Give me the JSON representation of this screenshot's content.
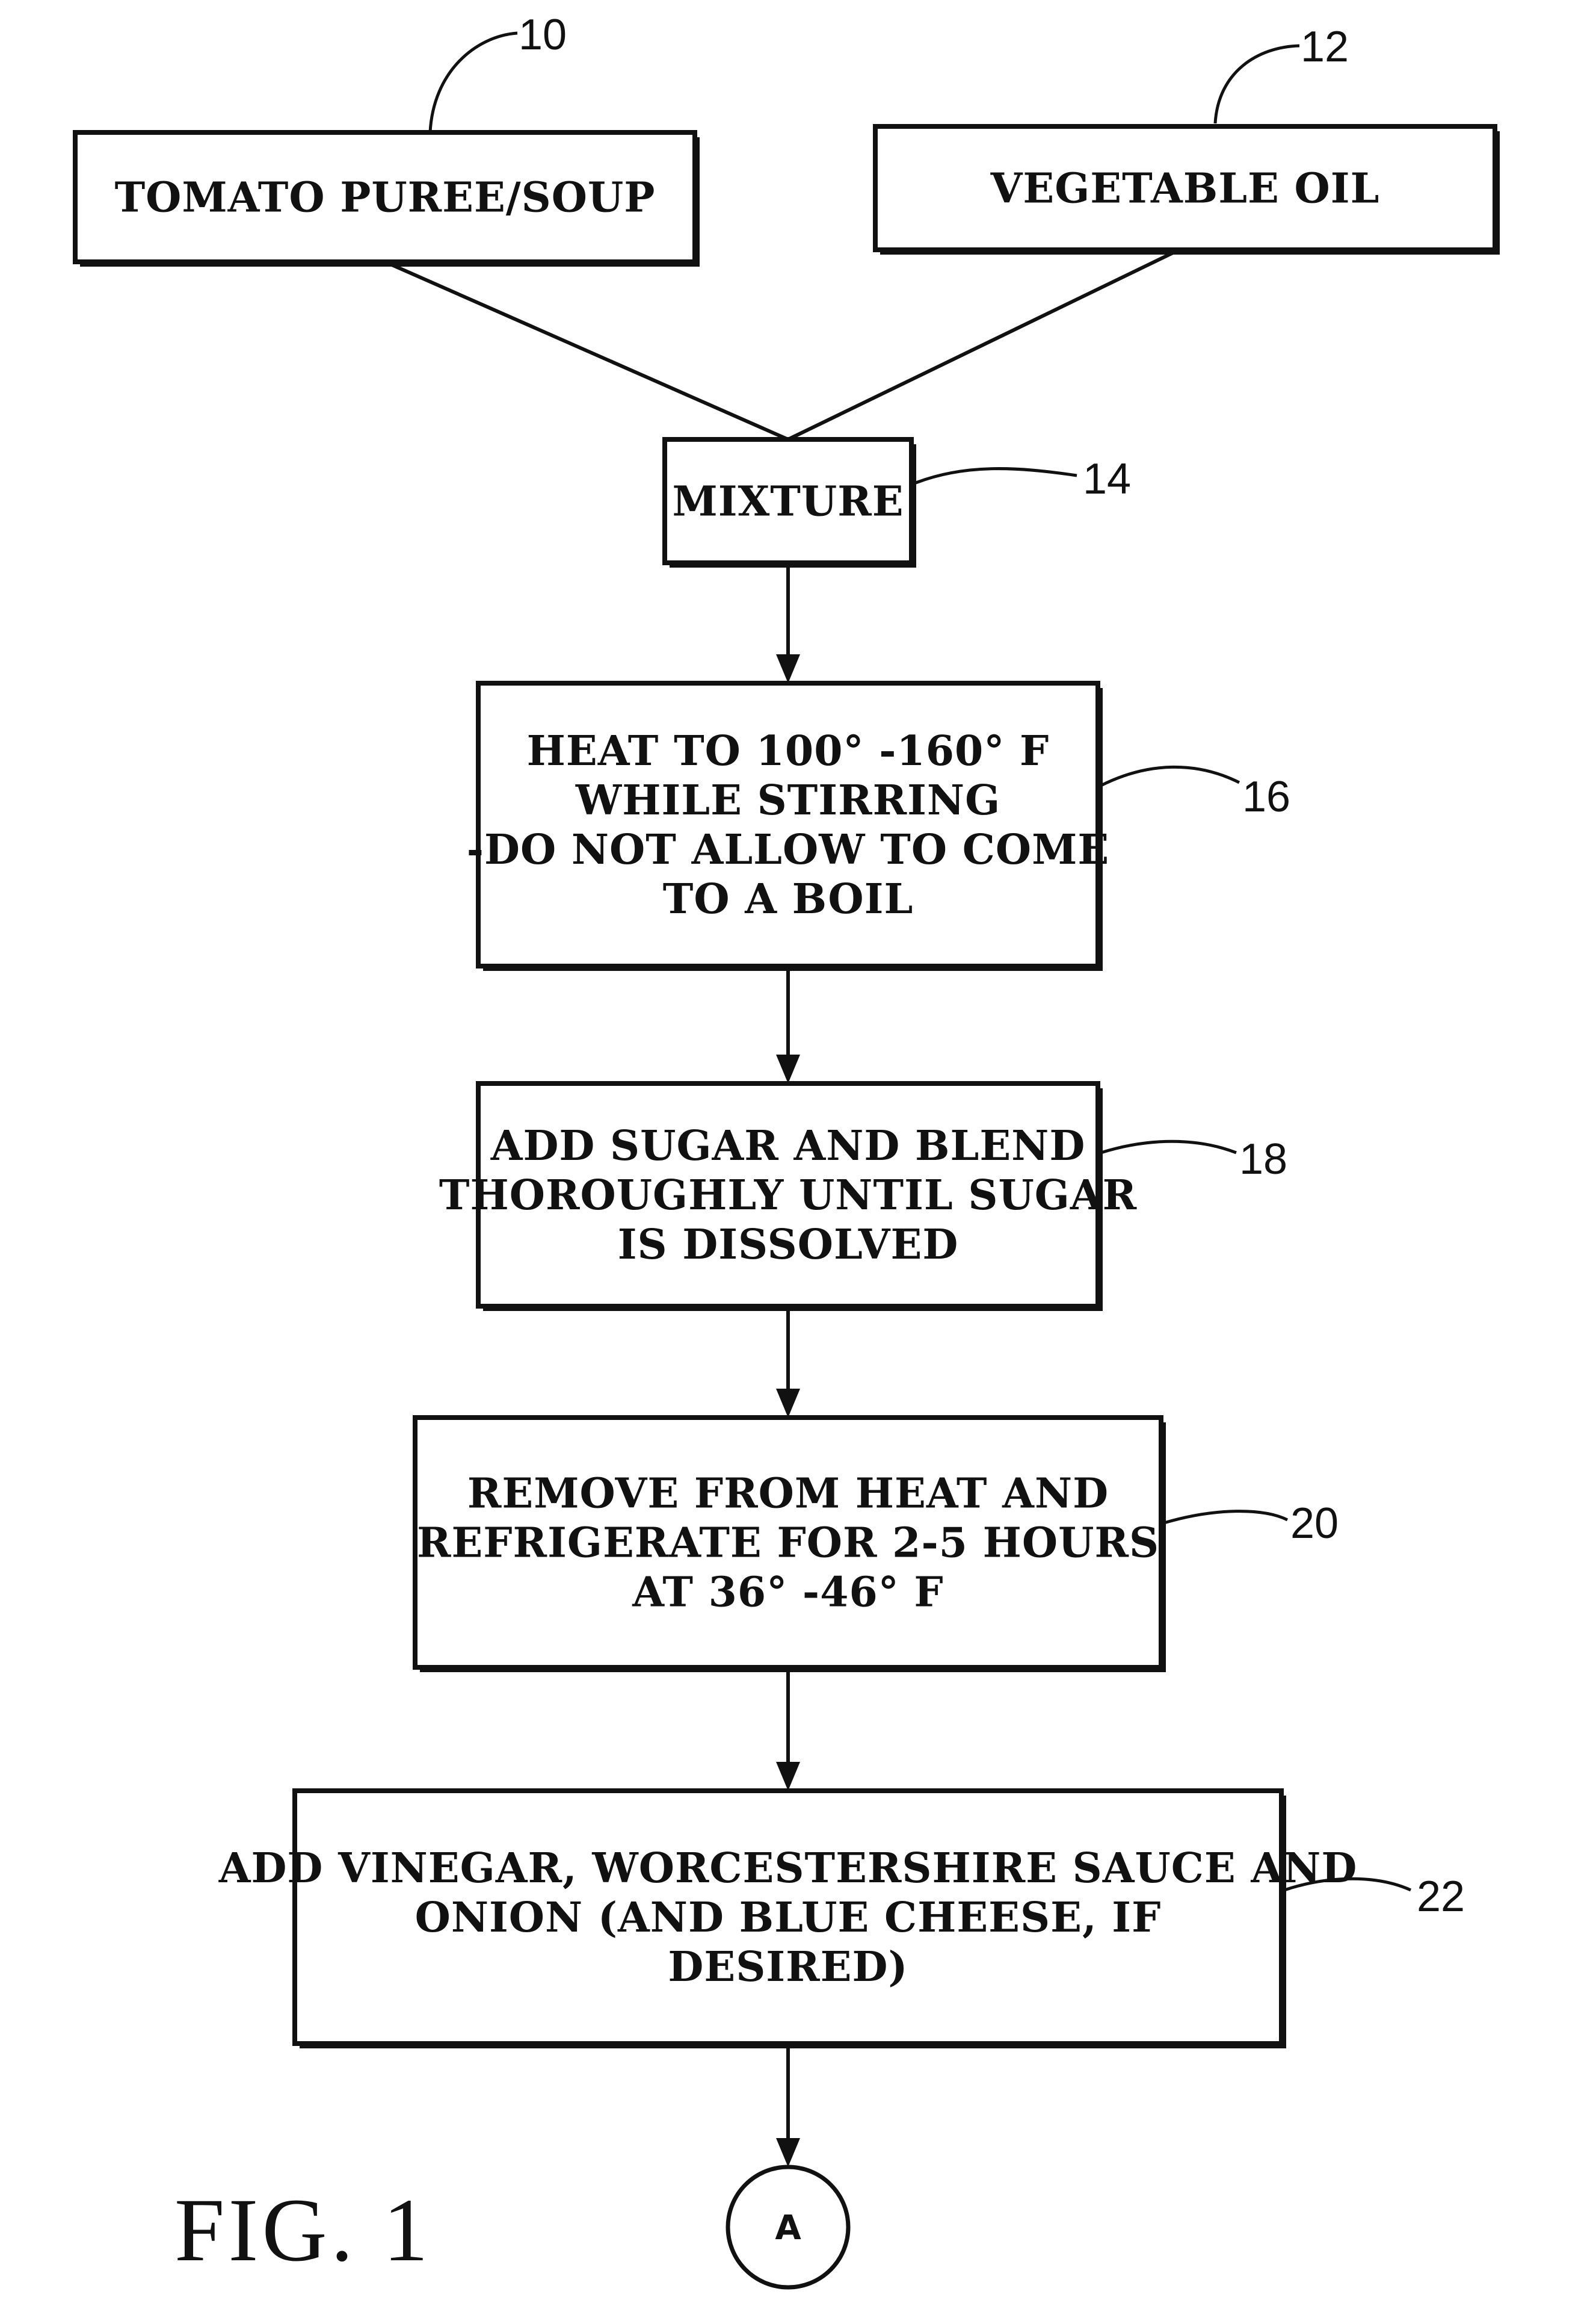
{
  "diagram": {
    "nodes": [
      {
        "id": "10",
        "ref": "10",
        "lines": [
          "TOMATO PUREE/SOUP"
        ]
      },
      {
        "id": "12",
        "ref": "12",
        "lines": [
          "VEGETABLE OIL"
        ]
      },
      {
        "id": "14",
        "ref": "14",
        "lines": [
          "MIXTURE"
        ]
      },
      {
        "id": "16",
        "ref": "16",
        "lines": [
          "HEAT TO 100° -160° F",
          "WHILE STIRRING",
          "-DO NOT ALLOW TO COME",
          "TO A BOIL"
        ]
      },
      {
        "id": "18",
        "ref": "18",
        "lines": [
          "ADD SUGAR AND BLEND",
          "THOROUGHLY UNTIL SUGAR",
          "IS DISSOLVED"
        ]
      },
      {
        "id": "20",
        "ref": "20",
        "lines": [
          "REMOVE FROM HEAT AND",
          "REFRIGERATE FOR 2-5 HOURS",
          "AT 36° -46° F"
        ]
      },
      {
        "id": "22",
        "ref": "22",
        "lines": [
          "ADD VINEGAR, WORCESTERSHIRE SAUCE AND",
          "ONION (AND BLUE CHEESE, IF",
          "DESIRED)"
        ]
      }
    ],
    "edges": [
      {
        "from": "10",
        "to": "14"
      },
      {
        "from": "12",
        "to": "14"
      },
      {
        "from": "14",
        "to": "16"
      },
      {
        "from": "16",
        "to": "18"
      },
      {
        "from": "18",
        "to": "20"
      },
      {
        "from": "20",
        "to": "22"
      },
      {
        "from": "22",
        "to": "A"
      }
    ],
    "connector": {
      "label": "A"
    },
    "figure_label": "FIG.  1"
  }
}
